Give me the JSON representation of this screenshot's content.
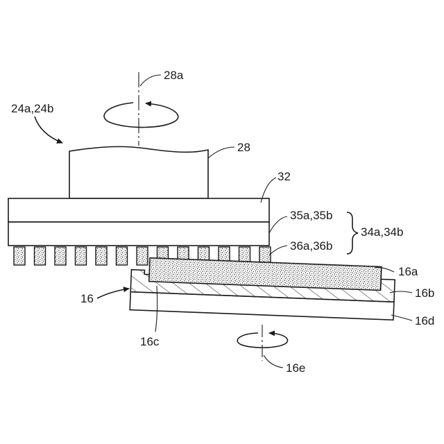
{
  "labels": {
    "axis_top": "28a",
    "head": "24a,24b",
    "shaft": "28",
    "plate": "32",
    "layer": "35a,35b",
    "pads": "36a,36b",
    "brace": "34a,34b",
    "sheet": "16a",
    "sheet_layer": "16b",
    "table": "16",
    "left_sheet": "16c",
    "base": "16d",
    "axis_bottom": "16e"
  }
}
